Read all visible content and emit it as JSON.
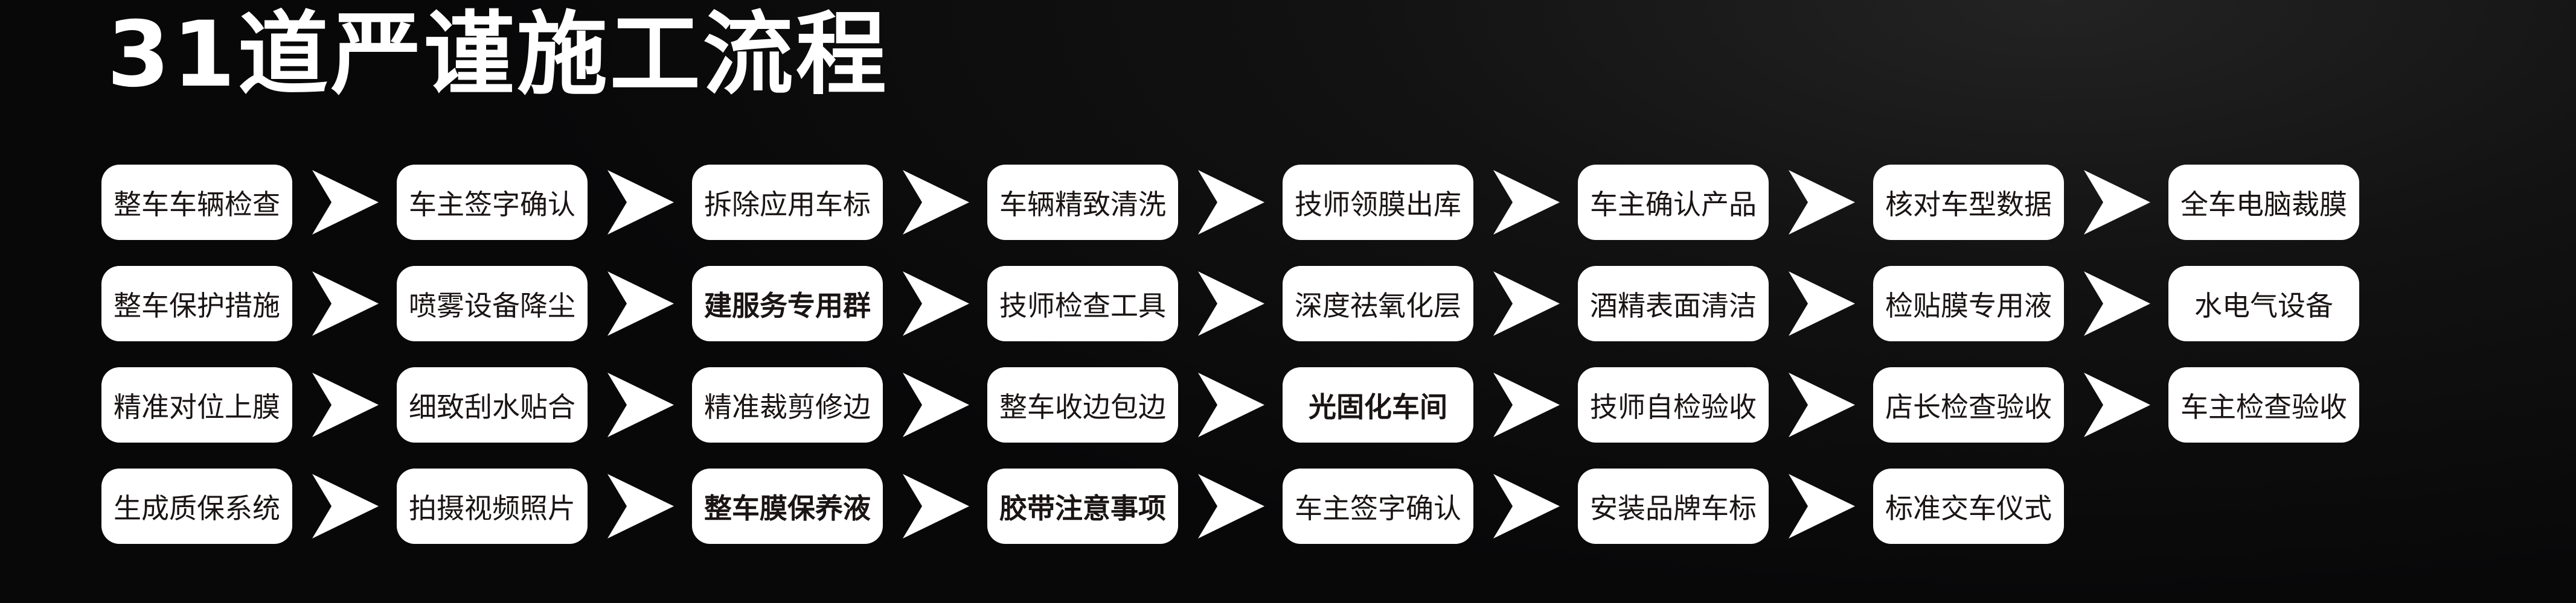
{
  "title": "31道严谨施工流程",
  "arrow_icon": "chevron-right",
  "rows": [
    [
      {
        "label": "整车车辆检查",
        "bold": false
      },
      {
        "label": "车主签字确认",
        "bold": false
      },
      {
        "label": "拆除应用车标",
        "bold": false
      },
      {
        "label": "车辆精致清洗",
        "bold": false
      },
      {
        "label": "技师领膜出库",
        "bold": false
      },
      {
        "label": "车主确认产品",
        "bold": false
      },
      {
        "label": "核对车型数据",
        "bold": false
      },
      {
        "label": "全车电脑裁膜",
        "bold": false
      }
    ],
    [
      {
        "label": "整车保护措施",
        "bold": false
      },
      {
        "label": "喷雾设备降尘",
        "bold": false
      },
      {
        "label": "建服务专用群",
        "bold": true
      },
      {
        "label": "技师检查工具",
        "bold": false
      },
      {
        "label": "深度祛氧化层",
        "bold": false
      },
      {
        "label": "酒精表面清洁",
        "bold": false
      },
      {
        "label": "检贴膜专用液",
        "bold": false
      },
      {
        "label": "水电气设备",
        "bold": false
      }
    ],
    [
      {
        "label": "精准对位上膜",
        "bold": false
      },
      {
        "label": "细致刮水贴合",
        "bold": false
      },
      {
        "label": "精准裁剪修边",
        "bold": false
      },
      {
        "label": "整车收边包边",
        "bold": false
      },
      {
        "label": "光固化车间",
        "bold": true
      },
      {
        "label": "技师自检验收",
        "bold": false
      },
      {
        "label": "店长检查验收",
        "bold": false
      },
      {
        "label": "车主检查验收",
        "bold": false
      }
    ],
    [
      {
        "label": "生成质保系统",
        "bold": false
      },
      {
        "label": "拍摄视频照片",
        "bold": false
      },
      {
        "label": "整车膜保养液",
        "bold": true
      },
      {
        "label": "胶带注意事项",
        "bold": true
      },
      {
        "label": "车主签字确认",
        "bold": false
      },
      {
        "label": "安装品牌车标",
        "bold": false
      },
      {
        "label": "标准交车仪式",
        "bold": false
      }
    ]
  ]
}
